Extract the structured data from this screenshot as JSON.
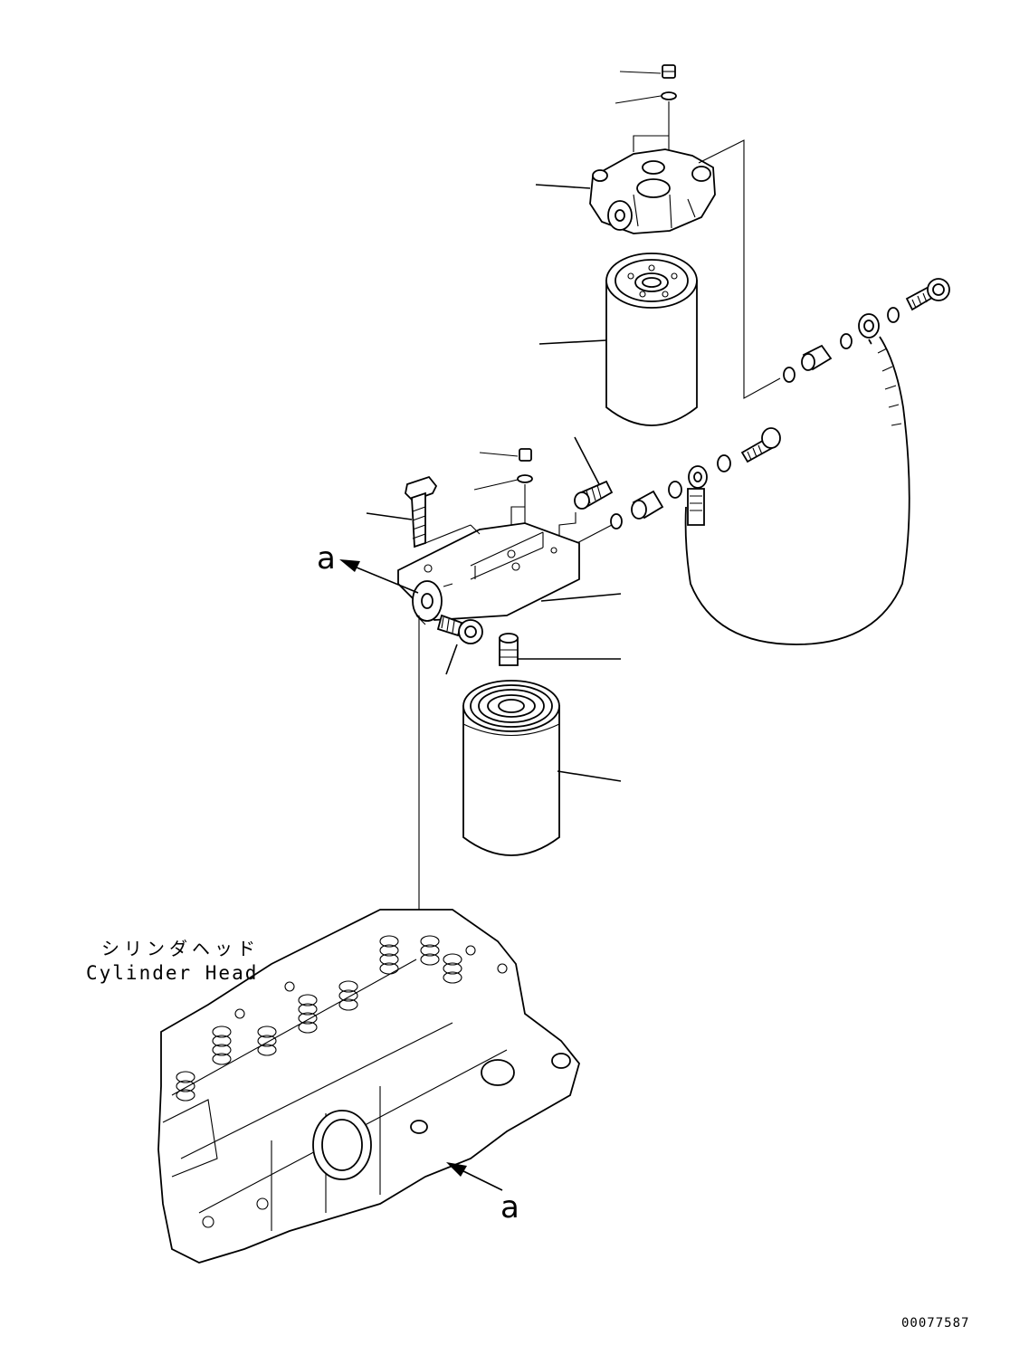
{
  "callouts": {
    "view_arrow_label": "a",
    "view_arrow_label_bottom": "a"
  },
  "cylinder_head": {
    "label_jp": "シリンダヘッド",
    "label_en": "Cylinder Head"
  },
  "document_id": "00077587"
}
